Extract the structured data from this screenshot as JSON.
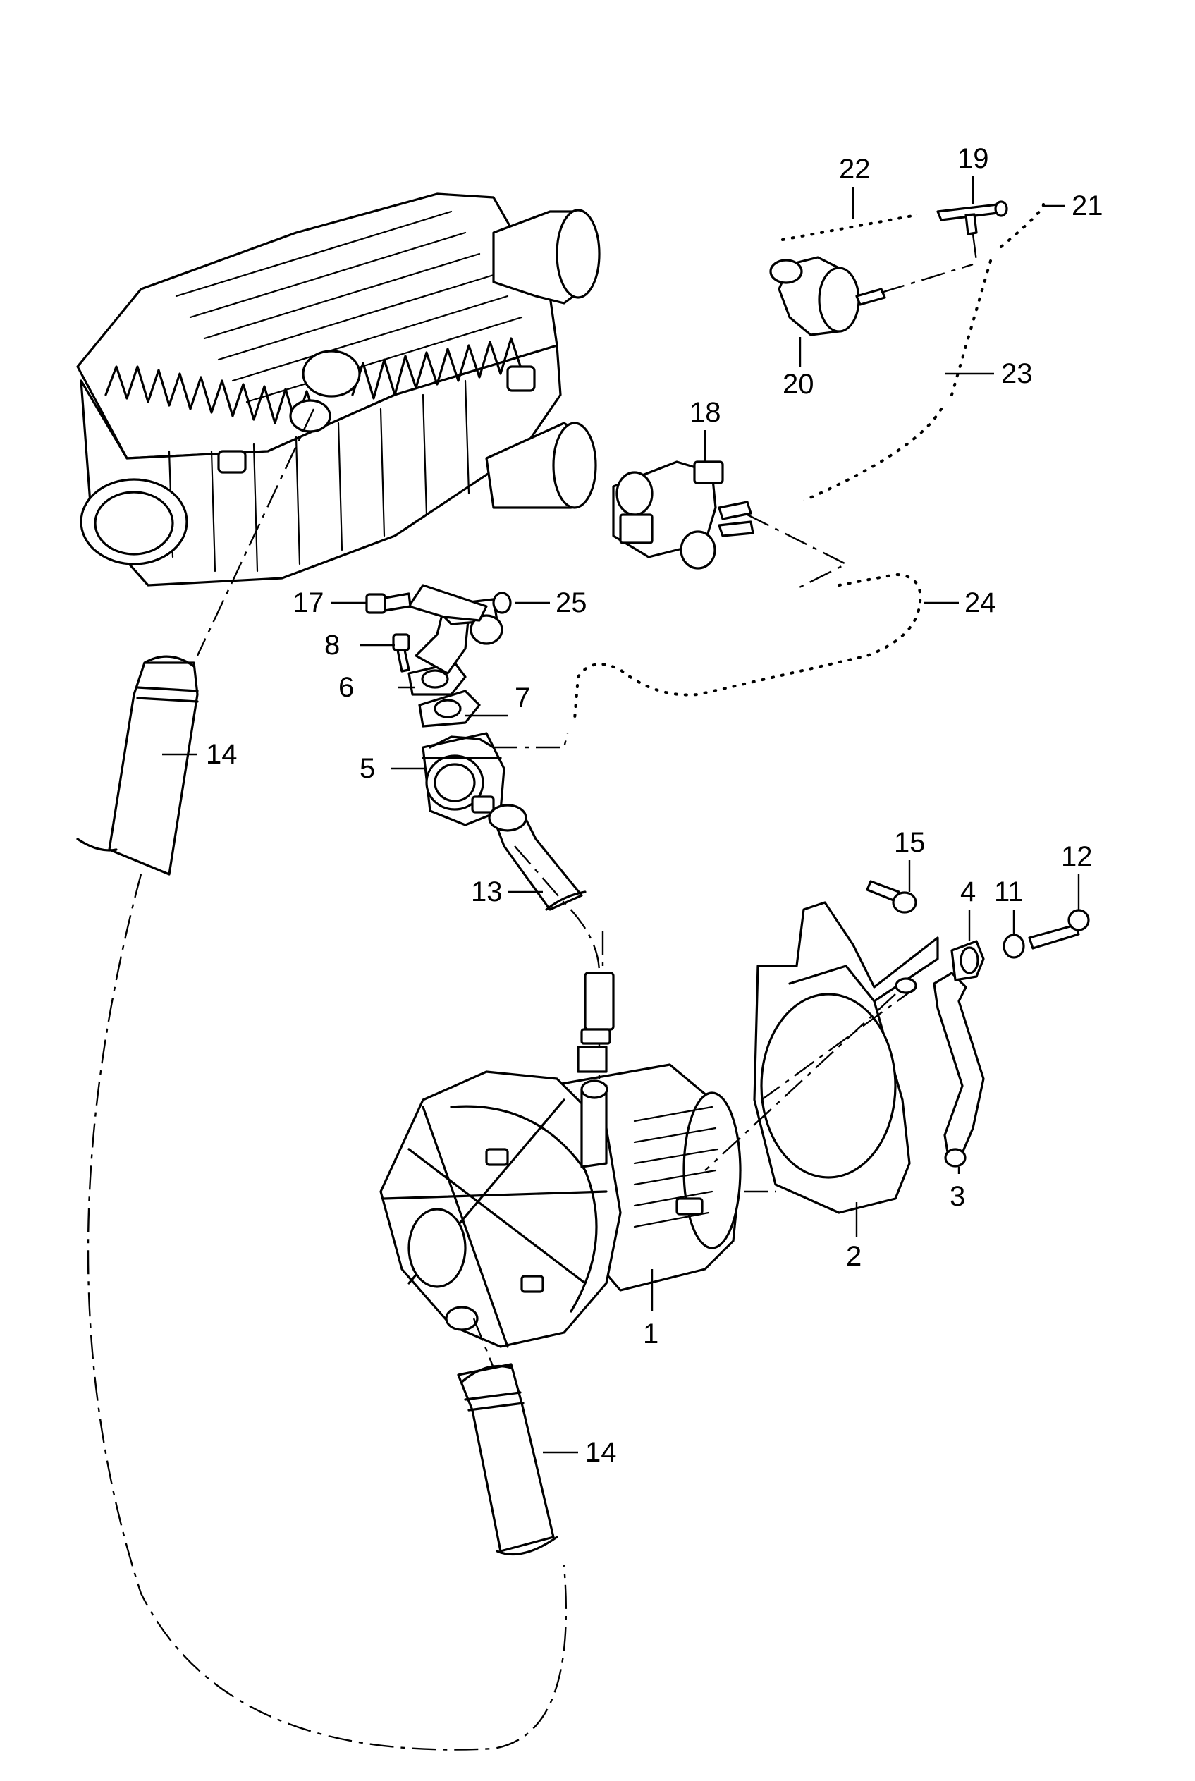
{
  "diagram": {
    "callouts": [
      {
        "id": "c1",
        "label": "1"
      },
      {
        "id": "c2",
        "label": "2"
      },
      {
        "id": "c3",
        "label": "3"
      },
      {
        "id": "c4",
        "label": "4"
      },
      {
        "id": "c5",
        "label": "5"
      },
      {
        "id": "c6",
        "label": "6"
      },
      {
        "id": "c7",
        "label": "7"
      },
      {
        "id": "c8",
        "label": "8"
      },
      {
        "id": "c11",
        "label": "11"
      },
      {
        "id": "c12",
        "label": "12"
      },
      {
        "id": "c13",
        "label": "13"
      },
      {
        "id": "c14a",
        "label": "14"
      },
      {
        "id": "c14b",
        "label": "14"
      },
      {
        "id": "c15",
        "label": "15"
      },
      {
        "id": "c17",
        "label": "17"
      },
      {
        "id": "c18",
        "label": "18"
      },
      {
        "id": "c19",
        "label": "19"
      },
      {
        "id": "c20",
        "label": "20"
      },
      {
        "id": "c21",
        "label": "21"
      },
      {
        "id": "c22",
        "label": "22"
      },
      {
        "id": "c23",
        "label": "23"
      },
      {
        "id": "c24",
        "label": "24"
      },
      {
        "id": "c25",
        "label": "25"
      }
    ]
  }
}
